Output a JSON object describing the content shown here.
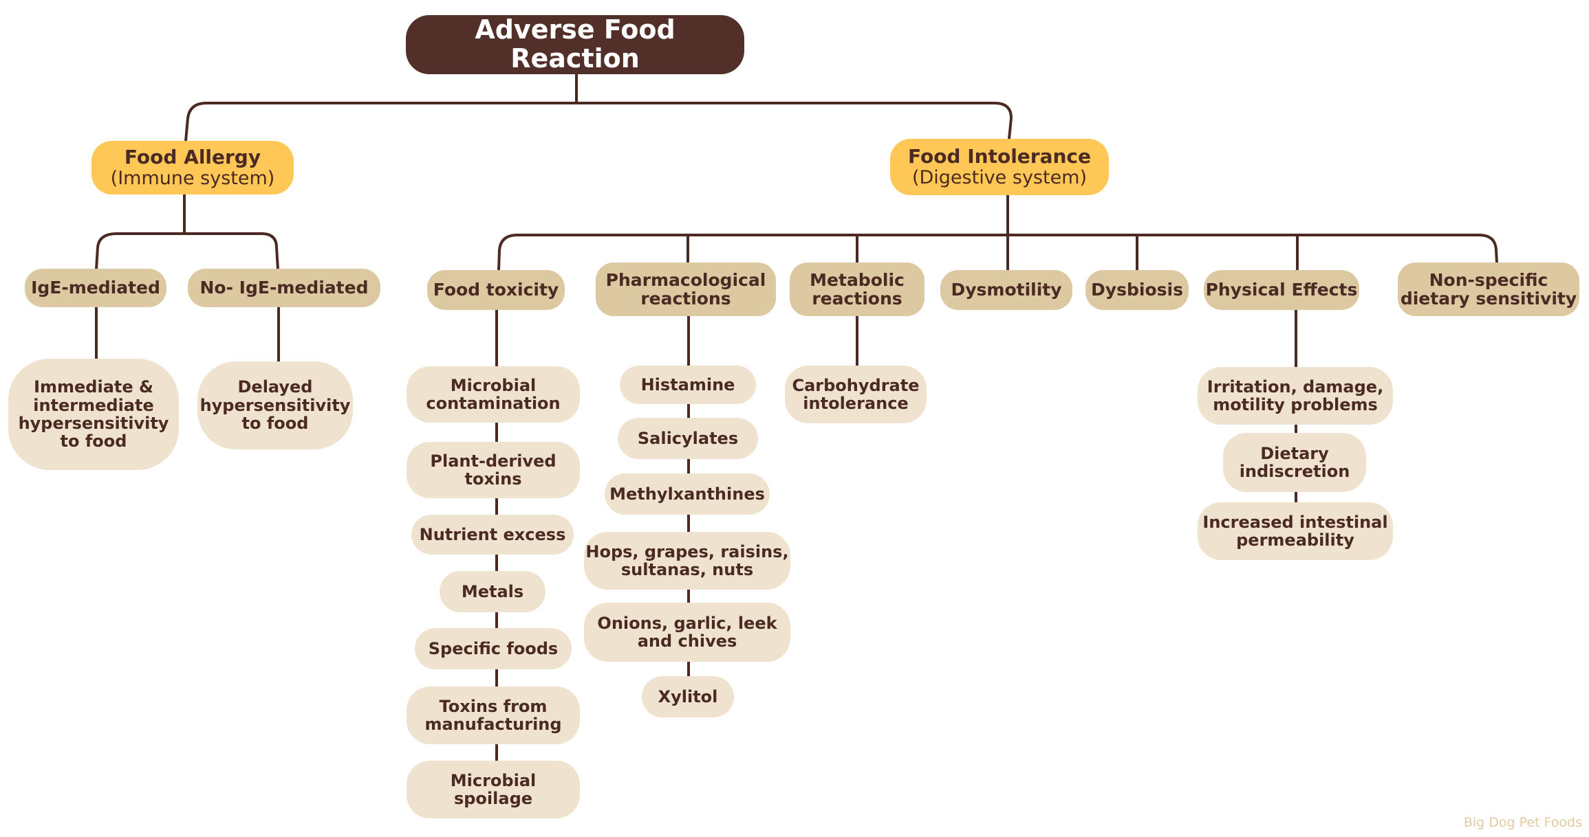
{
  "root": {
    "label": "Adverse Food Reaction"
  },
  "food_allergy": {
    "title": "Food Allergy",
    "subtitle": "(Immune system)",
    "ige": {
      "label": "IgE-mediated",
      "child": [
        "Immediate &",
        "intermediate",
        "hypersensitivity",
        "to food"
      ]
    },
    "non_ige": {
      "label": "No- IgE-mediated",
      "child": [
        "Delayed",
        "hypersensitivity",
        "to food"
      ]
    }
  },
  "food_intolerance": {
    "title": "Food Intolerance",
    "subtitle": "(Digestive system)",
    "toxicity": {
      "label": "Food toxicity",
      "children": [
        [
          "Microbial",
          "contamination"
        ],
        [
          "Plant-derived",
          "toxins"
        ],
        [
          "Nutrient excess"
        ],
        [
          "Metals"
        ],
        [
          "Specific foods"
        ],
        [
          "Toxins from",
          "manufacturing"
        ],
        [
          "Microbial",
          "spoilage"
        ]
      ]
    },
    "pharmacological": {
      "label": [
        "Pharmacological",
        "reactions"
      ],
      "children": [
        [
          "Histamine"
        ],
        [
          "Salicylates"
        ],
        [
          "Methylxanthines"
        ],
        [
          "Hops, grapes, raisins,",
          "sultanas, nuts"
        ],
        [
          "Onions, garlic, leek",
          "and chives"
        ],
        [
          "Xylitol"
        ]
      ]
    },
    "metabolic": {
      "label": [
        "Metabolic",
        "reactions"
      ],
      "children": [
        [
          "Carbohydrate",
          "intolerance"
        ]
      ]
    },
    "dysmotility": {
      "label": "Dysmotility"
    },
    "dysbiosis": {
      "label": "Dysbiosis"
    },
    "physical": {
      "label": "Physical Effects",
      "children": [
        [
          "Irritation, damage,",
          "motility problems"
        ],
        [
          "Dietary",
          "indiscretion"
        ],
        [
          "Increased intestinal",
          "permeability"
        ]
      ]
    },
    "nonspecific": {
      "label": [
        "Non-specific",
        "dietary sensitivity"
      ]
    }
  },
  "footer": "Big Dog Pet Foods",
  "colors": {
    "root": "#523029",
    "category": "#ffc756",
    "type": "#dcc8a1",
    "leaf": "#efe3cf",
    "connector": "#4b2a23",
    "footer": "#e3c9a2"
  }
}
